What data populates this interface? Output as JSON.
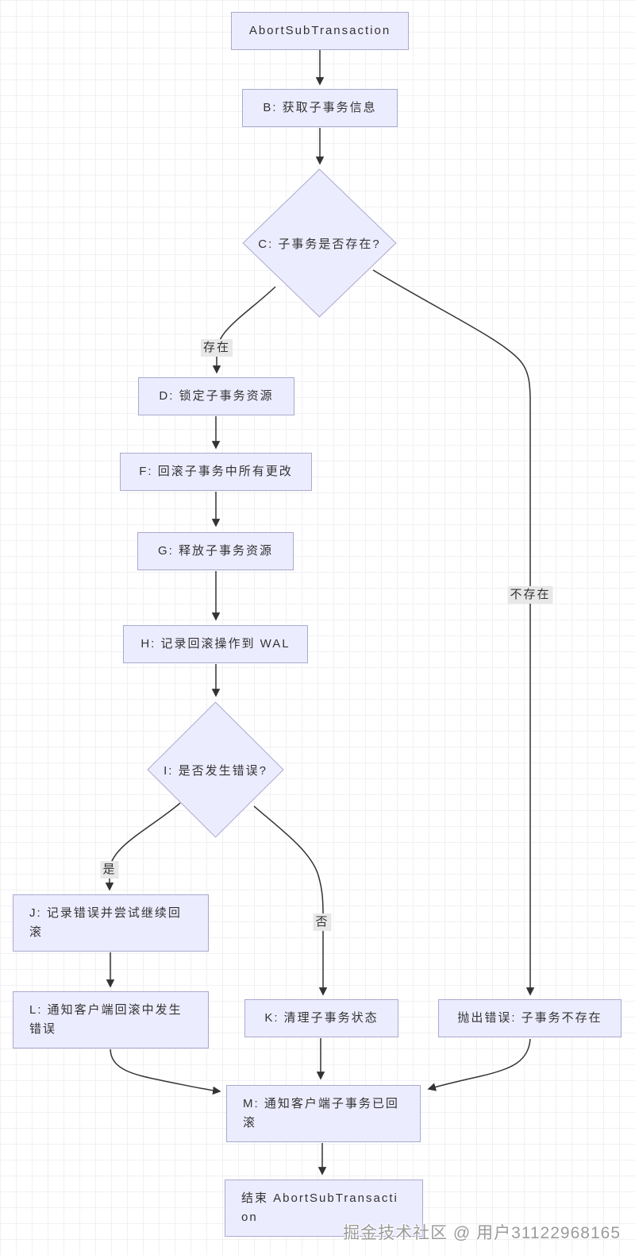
{
  "diagram": {
    "title_node": "AbortSubTransaction",
    "nodes": {
      "a": "AbortSubTransaction",
      "b": "B: 获取子事务信息",
      "c": "C: 子事务是否存在?",
      "d": "D: 锁定子事务资源",
      "f": "F: 回滚子事务中所有更改",
      "g": "G: 释放子事务资源",
      "h": "H: 记录回滚操作到 WAL",
      "i": "I: 是否发生错误?",
      "j": "J: 记录错误并尝试继续回滚",
      "l": "L: 通知客户端回滚中发生错误",
      "k": "K: 清理子事务状态",
      "error": "抛出错误: 子事务不存在",
      "m": "M: 通知客户端子事务已回滚",
      "end": "结束 AbortSubTransaction"
    },
    "edge_labels": {
      "exists": "存在",
      "not_exists": "不存在",
      "yes": "是",
      "no": "否"
    },
    "colors": {
      "node_fill": "#ECECFF",
      "node_border": "#A9A9CE",
      "arrow": "#333333",
      "edge_label_bg": "#E8E8E8",
      "text": "#333333"
    }
  },
  "watermark": "掘金技术社区 @ 用户31122968165"
}
